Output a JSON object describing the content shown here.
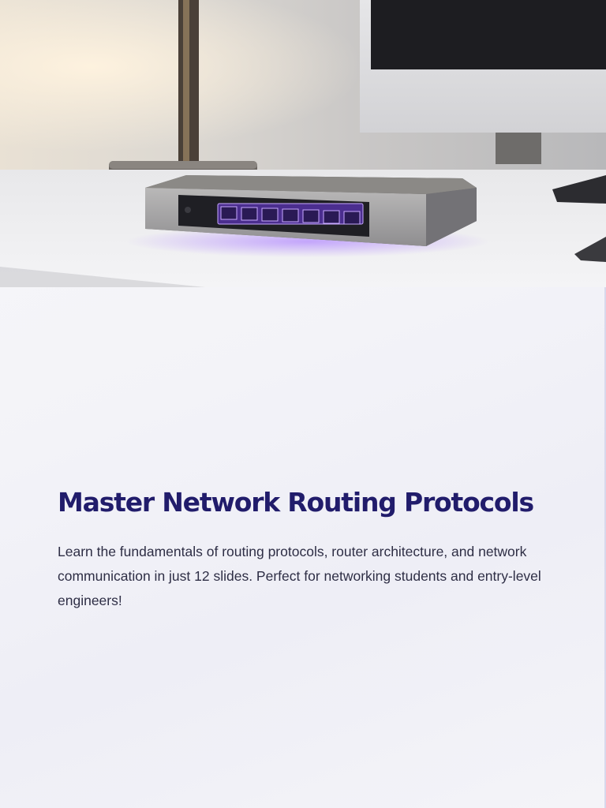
{
  "hero": {
    "image_icon": "router-photo",
    "accent_color": "#8a5cf6"
  },
  "main": {
    "title": "Master Network Routing Protocols",
    "description": "Learn the fundamentals of routing protocols, router architecture, and network communication in just 12 slides. Perfect for networking students and entry-level engineers!"
  },
  "colors": {
    "title": "#211c6b",
    "text": "#2e2e45",
    "background": "#f6f6f9"
  }
}
